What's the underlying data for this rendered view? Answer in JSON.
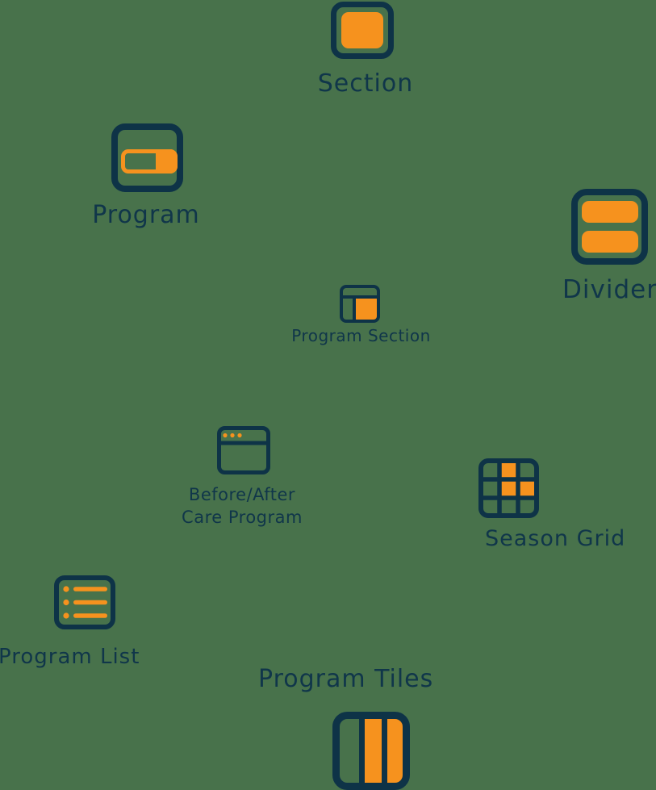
{
  "palette": {
    "background": "#48724B",
    "orange": "#F6921E",
    "navy": "#0E3347"
  },
  "items": {
    "section": {
      "label": "Section"
    },
    "program": {
      "label": "Program"
    },
    "divider": {
      "label": "Divider"
    },
    "program_section": {
      "label": "Program Section"
    },
    "before_after": {
      "label_line1": "Before/After",
      "label_line2": "Care Program"
    },
    "season_grid": {
      "label": "Season Grid"
    },
    "program_list": {
      "label": "Program List"
    },
    "program_tiles": {
      "label": "Program Tiles"
    }
  }
}
